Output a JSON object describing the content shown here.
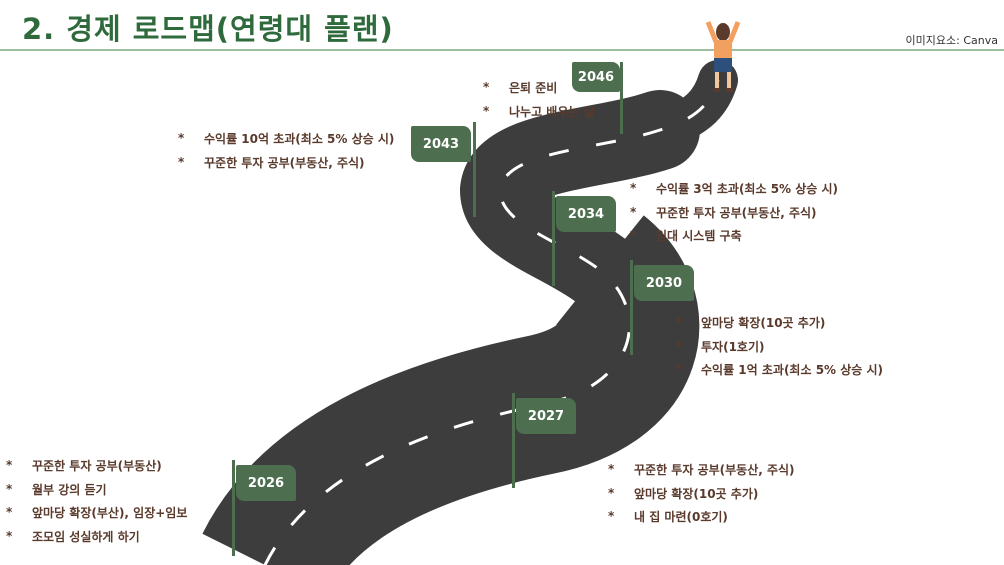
{
  "title": "2. 경제 로드맵(연령대 플랜)",
  "credit": "이미지요소: Canva",
  "milestones": {
    "y2026": {
      "year": "2026",
      "items": [
        "꾸준한 투자 공부(부동산)",
        "월부 강의 듣기",
        "앞마당 확장(부산), 임장+임보",
        "조모임 성실하게 하기"
      ]
    },
    "y2027": {
      "year": "2027",
      "items": [
        "꾸준한 투자 공부(부동산, 주식)",
        "앞마당 확장(10곳 추가)",
        "내 집 마련(0호기)"
      ]
    },
    "y2030": {
      "year": "2030",
      "items": [
        "앞마당 확장(10곳 추가)",
        "투자(1호기)",
        "수익률 1억 초과(최소 5% 상승 시)"
      ]
    },
    "y2034": {
      "year": "2034",
      "items": [
        "수익률 3억 초과(최소 5% 상승 시)",
        "꾸준한 투자 공부(부동산, 주식)",
        "임대 시스템 구축"
      ]
    },
    "y2043": {
      "year": "2043",
      "items": [
        "수익률 10억 초과(최소 5% 상승 시)",
        "꾸준한 투자 공부(부동산, 주식)"
      ]
    },
    "y2046": {
      "year": "2046",
      "items": [
        "은퇴 준비",
        "나누고 배우는 삶"
      ]
    }
  },
  "colors": {
    "title": "#2f6a3c",
    "flag": "#4e6e50",
    "road": "#3d3d3d",
    "text": "#5a3a2c"
  }
}
